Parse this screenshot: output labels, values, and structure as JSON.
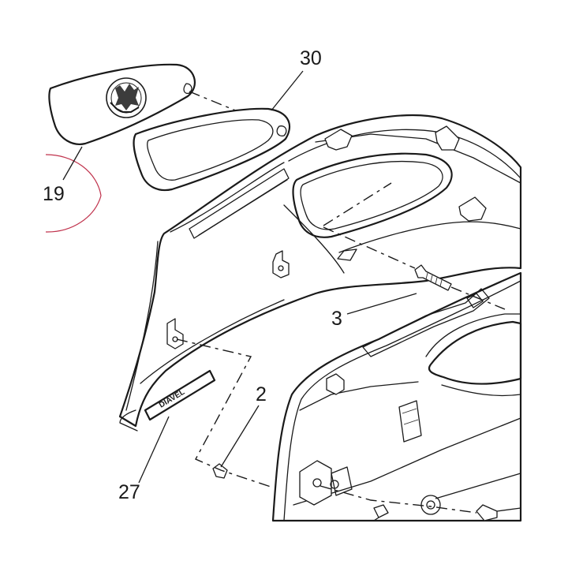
{
  "callouts": {
    "c30": "30",
    "c19": "19",
    "c3": "3",
    "c2": "2",
    "c27": "27"
  },
  "emblem_text": "DIAVEL",
  "colors": {
    "line": "#1a1a1a",
    "highlight_circle": "#c0334d",
    "background": "#ffffff"
  }
}
